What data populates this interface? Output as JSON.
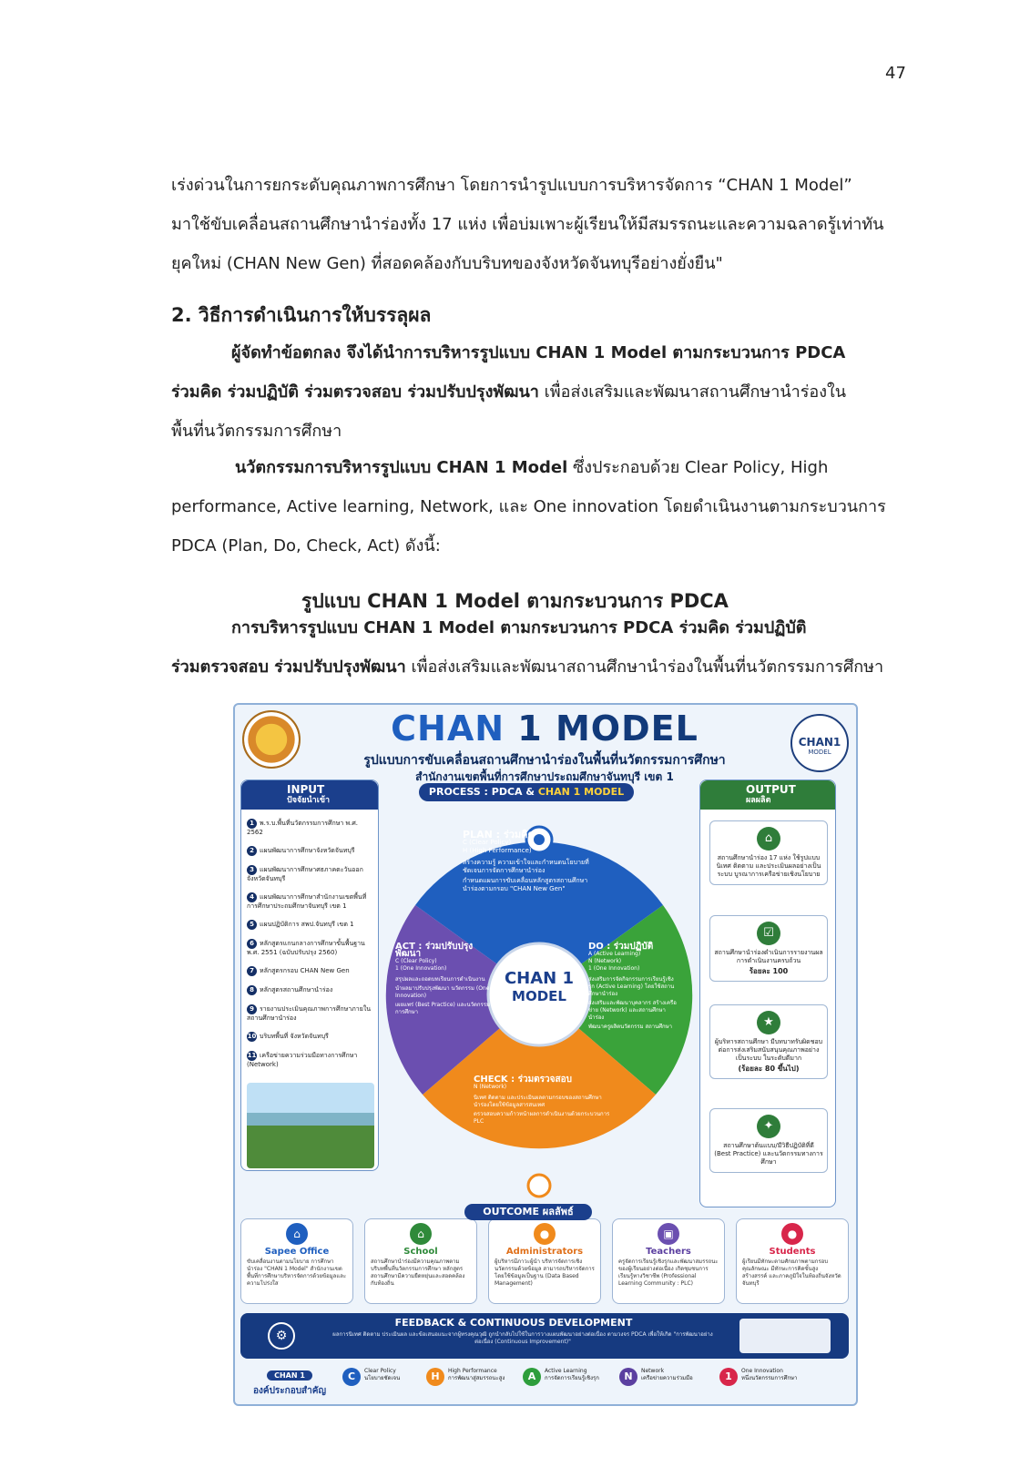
{
  "page_number": "47",
  "para1": [
    "เร่งด่วนในการยกระดับคุณภาพการศึกษา โดยการนำรูปแบบการบริหารจัดการ “CHAN 1 Model”",
    "มาใช้ขับเคลื่อนสถานศึกษานำร่องทั้ง 17 แห่ง เพื่อบ่มเพาะผู้เรียนให้มีสมรรถนะและความฉลาดรู้เท่าทัน",
    "ยุคใหม่ (CHAN New Gen) ที่สอดคล้องกับบริบทของจังหวัดจันทบุรีอย่างยั่งยืน\""
  ],
  "heading2": "2. วิธีการดำเนินการให้บรรลุผล",
  "para2_bold_a": "ผู้จัดทำข้อตกลง จึงได้นำการบริหารรูปแบบ CHAN 1 Model ตามกระบวนการ PDCA",
  "para2_bold_b": "ร่วมคิด ร่วมปฏิบัติ ร่วมตรวจสอบ ร่วมปรับปรุงพัฒนา",
  "para2_rest_b": " เพื่อส่งเสริมและพัฒนาสถานศึกษานำร่องใน",
  "para2_line3": "พื้นที่นวัตกรรมการศึกษา",
  "para3_bold": "นวัตกรรมการบริหารรูปแบบ CHAN 1 Model",
  "para3_rest1": " ซึ่งประกอบด้วย Clear Policy, High",
  "para3_line2": "performance, Active learning, Network, และ One innovation โดยดำเนินงานตามกระบวนการ",
  "para3_line3": "PDCA (Plan, Do, Check, Act) ดังนี้:",
  "center_title": "รูปแบบ CHAN 1 Model ตามกระบวนการ PDCA",
  "para4_bold_a": "การบริหารรูปแบบ CHAN 1 Model ตามกระบวนการ PDCA ร่วมคิด ร่วมปฏิบัติ",
  "para4_bold_b": "ร่วมตรวจสอบ ร่วมปรับปรุงพัฒนา",
  "para4_rest_b": " เพื่อส่งเสริมและพัฒนาสถานศึกษานำร่องในพื้นที่นวัตกรรมการศึกษา",
  "infographic": {
    "brand_a": "CHAN",
    "brand_b": " 1 MODEL",
    "subtitle1": "รูปแบบการขับเคลื่อนสถานศึกษานำร่องในพื้นที่นวัตกรรมการศึกษา",
    "subtitle2": "สำนักงานเขตพื้นที่การศึกษาประถมศึกษาจันทบุรี เขต 1",
    "logo_text": "CHAN1",
    "logo_sub": "MODEL",
    "input_title": "INPUT",
    "input_sub": "ปัจจัยนำเข้า",
    "input_items": [
      "พ.ร.บ.พื้นที่นวัตกรรมการศึกษา พ.ศ. 2562",
      "แผนพัฒนาการศึกษาจังหวัดจันทบุรี",
      "แผนพัฒนาการศึกษาศธภาคตะวันออก จังหวัดจันทบุรี",
      "แผนพัฒนาการศึกษาสำนักงานเขตพื้นที่การศึกษาประถมศึกษาจันทบุรี เขต 1",
      "แผนปฏิบัติการ สพป.จันทบุรี เขต 1",
      "หลักสูตรแกนกลางการศึกษาขั้นพื้นฐาน พ.ศ. 2551 (ฉบับปรับปรุง 2560)",
      "หลักสูตรกรอบ CHAN New Gen",
      "หลักสูตรสถานศึกษานำร่อง",
      "รายงานประเมินคุณภาพการศึกษาภายในสถานศึกษานำร่อง",
      "บริบทพื้นที่ จังหวัดจันทบุรี",
      "เครือข่ายความร่วมมือทางการศึกษา (Network)"
    ],
    "process_head_a": "PROCESS : PDCA & ",
    "process_head_b": "CHAN 1 MODEL",
    "plan_title": "PLAN : ร่วมคิด",
    "plan_sub1": "C (Clear Policy)",
    "plan_sub2": "H (High Performance)",
    "plan_text1": "สร้างความรู้ ความเข้าใจและกำหนดนโยบายที่ชัดเจนการจัดการศึกษานำร่อง",
    "plan_text2": "กำหนดแผนการขับเคลื่อนหลักสูตรสถานศึกษานำร่องตามกรอบ \"CHAN New Gen\"",
    "do_title": "DO : ร่วมปฏิบัติ",
    "do_sub1": "A (Active Learning)",
    "do_sub2": "N (Network)",
    "do_sub3": "1 (One Innovation)",
    "do_text1": "ส่งเสริมการจัดกิจกรรมการเรียนรู้เชิงรุก (Active Learning) โดยใช้สถานศึกษานำร่อง",
    "do_text2": "ส่งเสริมและพัฒนาบุคลากร สร้างเครือข่าย (Network) และสถานศึกษานำร่อง",
    "do_text3": "พัฒนาครูผลิตนวัตกรรม สถานศึกษา",
    "check_title": "CHECK : ร่วมตรวจสอบ",
    "check_sub1": "N (Network)",
    "check_text1": "นิเทศ ติดตาม และประเมินผลตามกรอบของสถานศึกษานำร่องโดยใช้ข้อมูลสารสนเทศ",
    "check_text2": "ตรวจสอบความก้าวหน้าผลการดำเนินงานด้วยกระบวนการ PLC",
    "act_title": "ACT : ร่วมปรับปรุงพัฒนา",
    "act_sub1": "C (Clear Policy)",
    "act_sub2": "1 (One Innovation)",
    "act_text1": "สรุปผลและถอดบทเรียนการดำเนินงาน",
    "act_text2": "นำผลมาปรับปรุงพัฒนา นวัตกรรม (One Innovation)",
    "act_text3": "เผยแพร่ (Best Practice) และนวัตกรรมการศึกษา",
    "center_a": "CHAN 1",
    "center_b": "MODEL",
    "output_title": "OUTPUT",
    "output_sub": "ผลผลิต",
    "outputs": [
      "สถานศึกษานำร่อง 17 แห่ง ใช้รูปแบบนิเทศ ติดตาม และประเมินผลอย่างเป็นระบบ บูรณาการเครือข่ายเชิงนโยบาย",
      "สถานศึกษานำร่องดำเนินการรายงานผลการดำเนินงานครบถ้วน",
      "ร้อยละ 100",
      "ผู้บริหารสถานศึกษา มีบทบาทรับผิดชอบต่อการส่งเสริมสนับสนุนคุณภาพอย่างเป็นระบบ ในระดับดีมาก",
      "(ร้อยละ 80 ขึ้นไป)",
      "สถานศึกษาต้นแบบ/มีวิธีปฏิบัติที่ดี (Best Practice) และนวัตกรรมทางการศึกษา"
    ],
    "outcome_title": "OUTCOME ผลลัพธ์",
    "outcomes": [
      {
        "title": "Sapee Office",
        "text": "ขับเคลื่อนงานตามนโยบาย การศึกษานำร่อง \"CHAN 1 Model\" สำนักงานเขตพื้นที่การศึกษาบริหารจัดการด้วยข้อมูลและความโปร่งใส"
      },
      {
        "title": "School",
        "text": "สถานศึกษานำร่องมีความคุณภาพตามบริบทพื้นที่นวัตกรรมการศึกษา หลักสูตรสถานศึกษามีความยืดหยุ่นและสอดคล้องกับท้องถิ่น"
      },
      {
        "title": "Administrators",
        "text": "ผู้บริหารมีภาวะผู้นำ บริหารจัดการเชิงนวัตกรรมด้วยข้อมูล สามารถบริหารจัดการโดยใช้ข้อมูลเป็นฐาน (Data Based Management)"
      },
      {
        "title": "Teachers",
        "text": "ครูจัดการเรียนรู้เชิงรุกและพัฒนาสมรรถนะของผู้เรียนอย่างต่อเนื่อง เกิดชุมชนการเรียนรู้ทางวิชาชีพ (Professional Learning Community : PLC)"
      },
      {
        "title": "Students",
        "text": "ผู้เรียนมีทักษะตามศักยภาพตามกรอบคุณลักษณะ มีทักษะการคิดขั้นสูง สร้างสรรค์ และภาคภูมิใจในท้องถิ่นจังหวัดจันทบุรี"
      }
    ],
    "feedback_title": "FEEDBACK & CONTINUOUS DEVELOPMENT",
    "feedback_text": "ผลการนิเทศ ติดตาม ประเมินผล และข้อเสนอแนะจากผู้ทรงคุณวุฒิ ถูกนำกลับไปใช้ในการวางแผนพัฒนาอย่างต่อเนื่อง ตามวงจร PDCA เพื่อให้เกิด \"การพัฒนาอย่างต่อเนื่อง (Continuous Improvement)\"",
    "legend_tag": "CHAN 1",
    "legend_label": "องค์ประกอบสำคัญ",
    "legend": [
      {
        "letter": "C",
        "name": "Clear Policy",
        "desc": "นโยบายชัดเจน",
        "color": "#1f5fbf"
      },
      {
        "letter": "H",
        "name": "High Performance",
        "desc": "การพัฒนาสู่สมรรถนะสูง",
        "color": "#f08a1c"
      },
      {
        "letter": "A",
        "name": "Active Learning",
        "desc": "การจัดการเรียนรู้เชิงรุก",
        "color": "#2e9e3c"
      },
      {
        "letter": "N",
        "name": "Network",
        "desc": "เครือข่ายความร่วมมือ",
        "color": "#5b3fa0"
      },
      {
        "letter": "1",
        "name": "One Innovation",
        "desc": "หนึ่งนวัตกรรมการศึกษา",
        "color": "#d8264a"
      }
    ],
    "colors": {
      "plan": "#1f5fbf",
      "do": "#3aa33a",
      "check": "#f08a1c",
      "act": "#6b4fb0",
      "navy": "#1b3f8c"
    }
  }
}
